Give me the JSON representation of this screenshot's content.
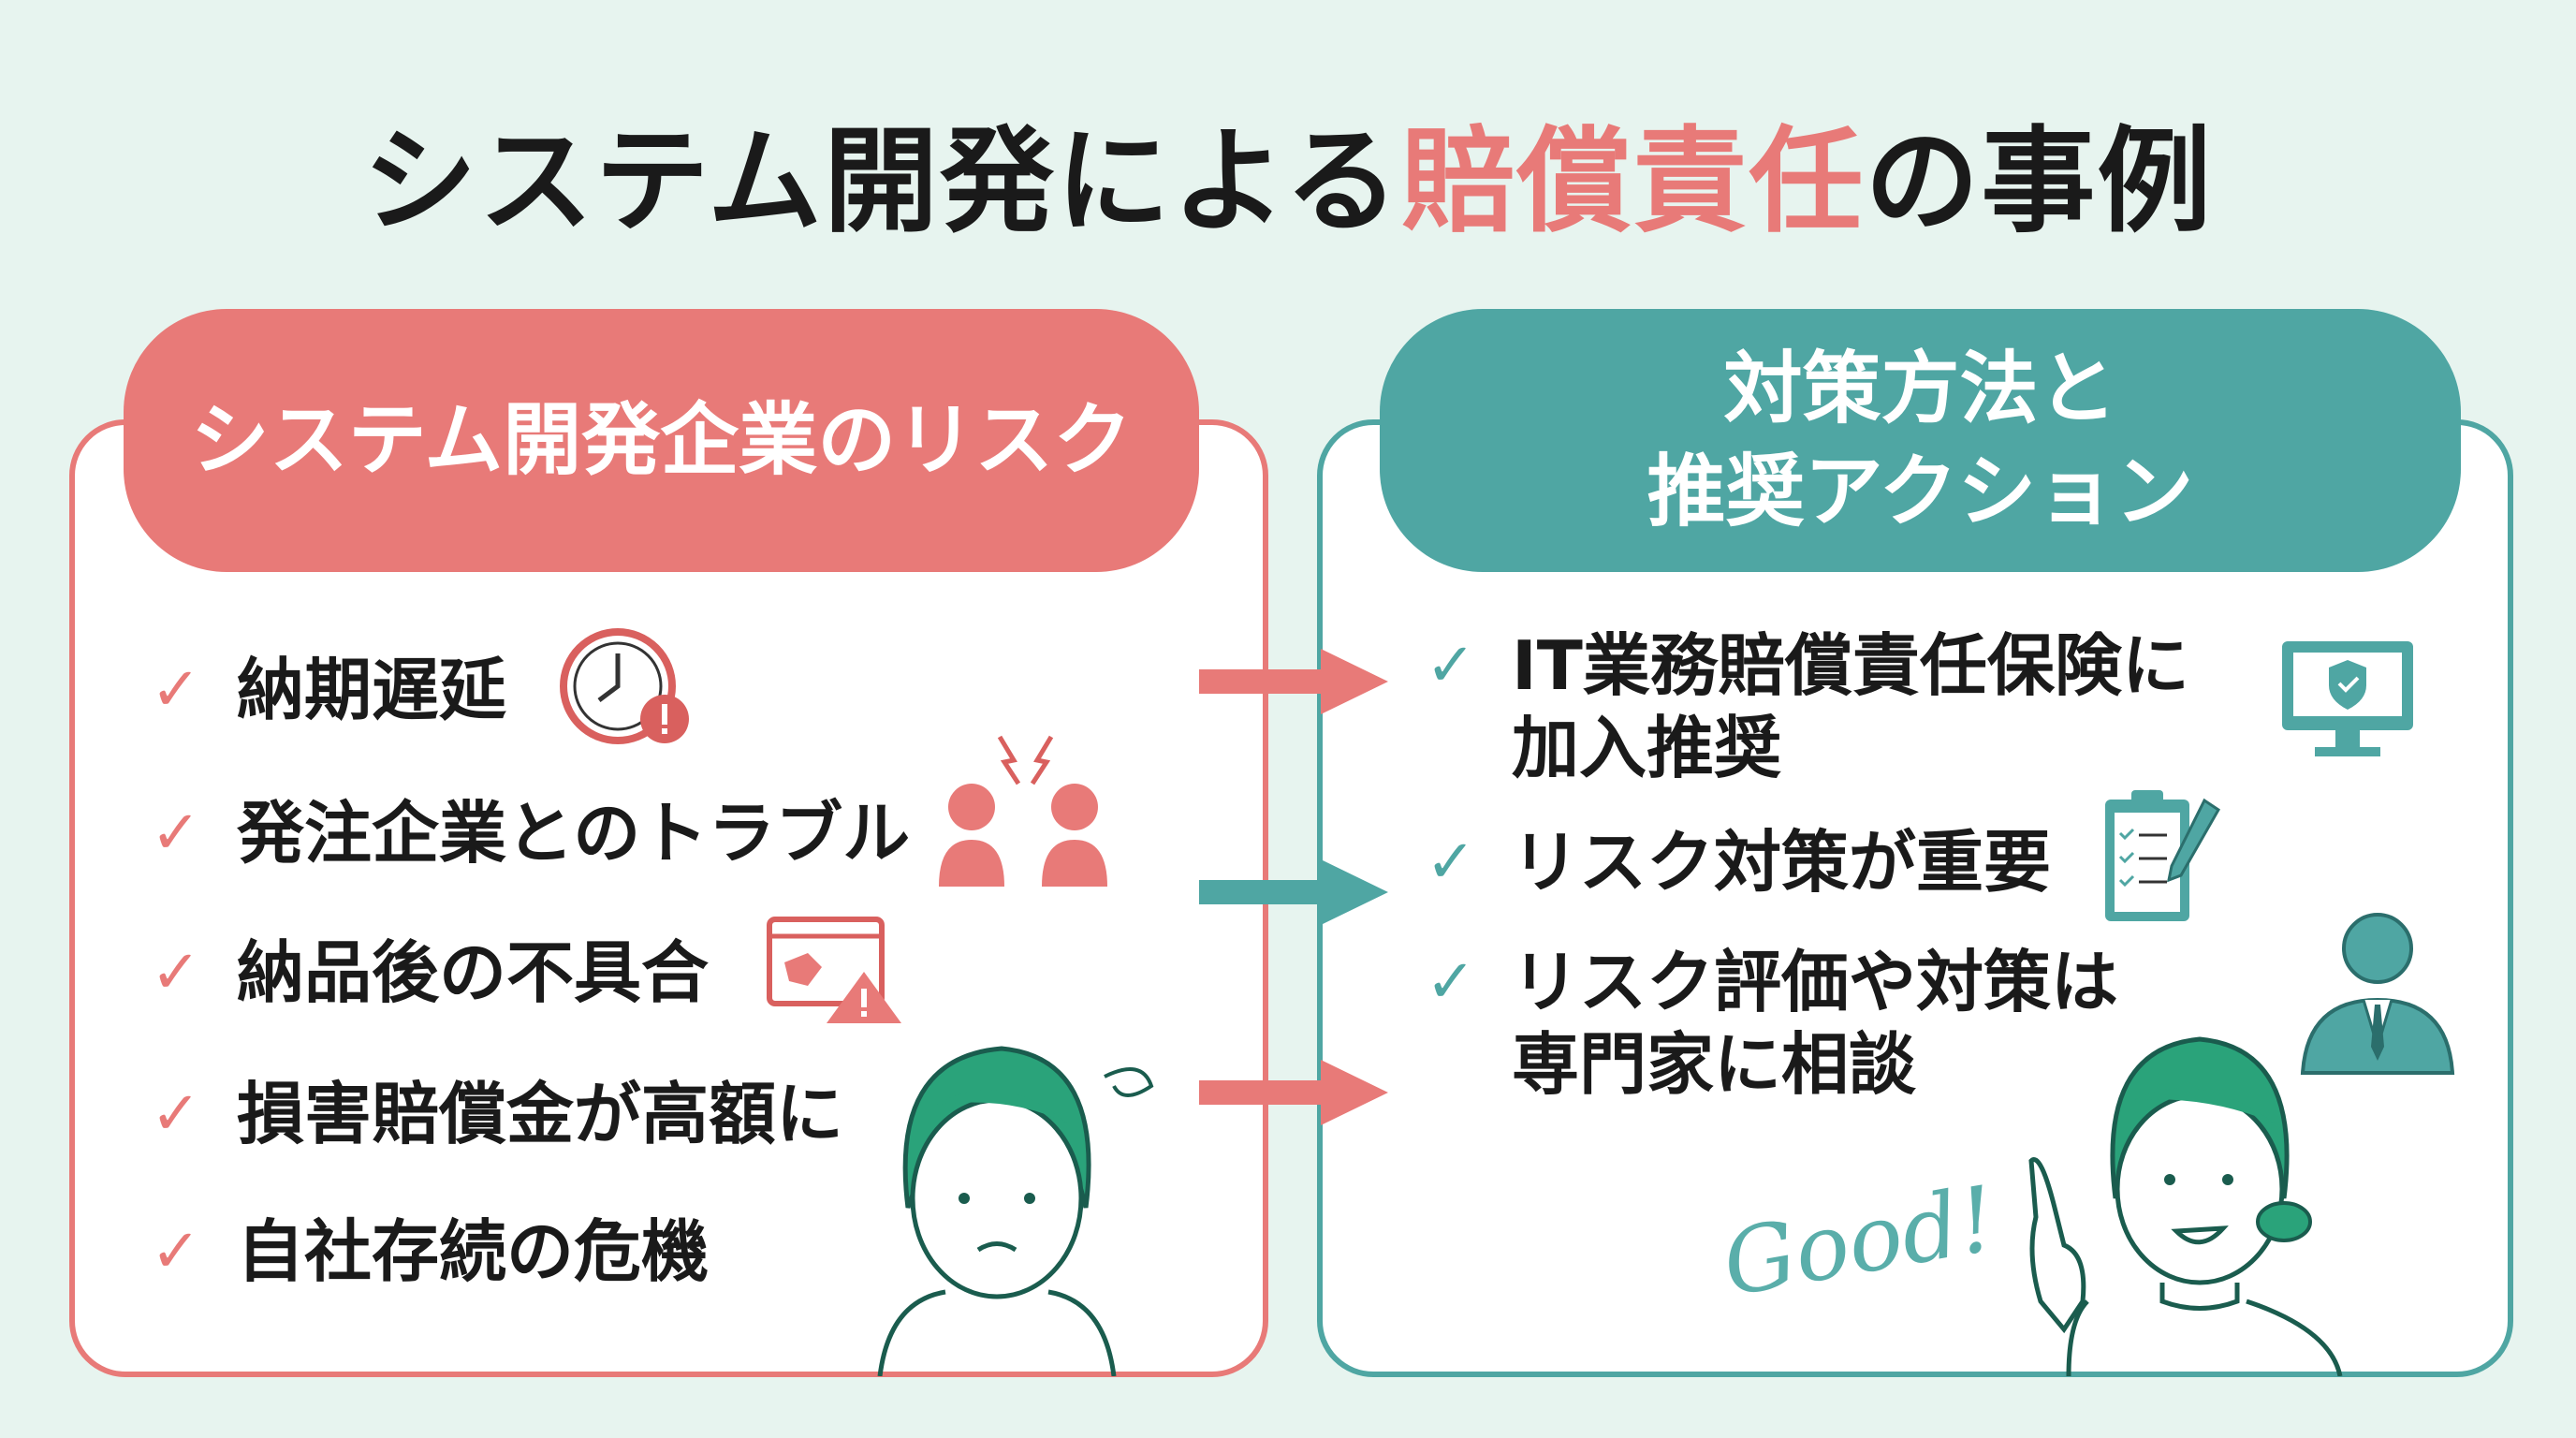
{
  "title": {
    "prefix": "システム開発による",
    "highlight": "賠償責任",
    "suffix": "の事例"
  },
  "left_panel": {
    "header": "システム開発企業のリスク",
    "items": [
      {
        "label": "納期遅延",
        "icon": "clock-alert-icon"
      },
      {
        "label": "発注企業とのトラブル",
        "icon": "conflict-people-icon"
      },
      {
        "label": "納品後の不具合",
        "icon": "browser-warning-icon"
      },
      {
        "label": "損害賠償金が高額に"
      },
      {
        "label": "自社存続の危機"
      }
    ]
  },
  "right_panel": {
    "header_line1": "対策方法と",
    "header_line2": "推奨アクション",
    "items": [
      {
        "line1": "IT業務賠償責任保険に",
        "line2": "加入推奨",
        "icon": "monitor-shield-icon"
      },
      {
        "line1": "リスク対策が重要",
        "icon": "clipboard-checklist-icon"
      },
      {
        "line1": "リスク評価や対策は",
        "line2": "専門家に相談",
        "icon": "consultant-icon"
      }
    ],
    "good_text": "Good!"
  },
  "check_mark": "✓",
  "colors": {
    "pink": "#e87a78",
    "teal": "#4fa6a3",
    "background": "#e7f4ef",
    "hair": "#2aa37a"
  }
}
